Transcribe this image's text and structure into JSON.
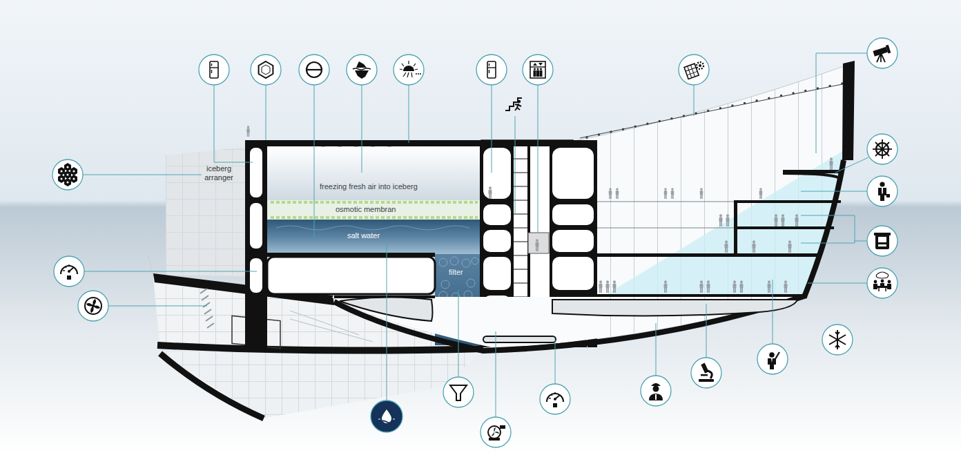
{
  "diagram": {
    "nodes": [
      {
        "text": [
          "iceberg arranger"
        ]
      },
      {
        "text": [
          "freezing fresh air into iceberg"
        ]
      },
      {
        "text": [
          "osmotic membran"
        ]
      },
      {
        "text": [
          "salt water"
        ]
      },
      {
        "text": [
          "filter"
        ]
      }
    ]
  }
}
